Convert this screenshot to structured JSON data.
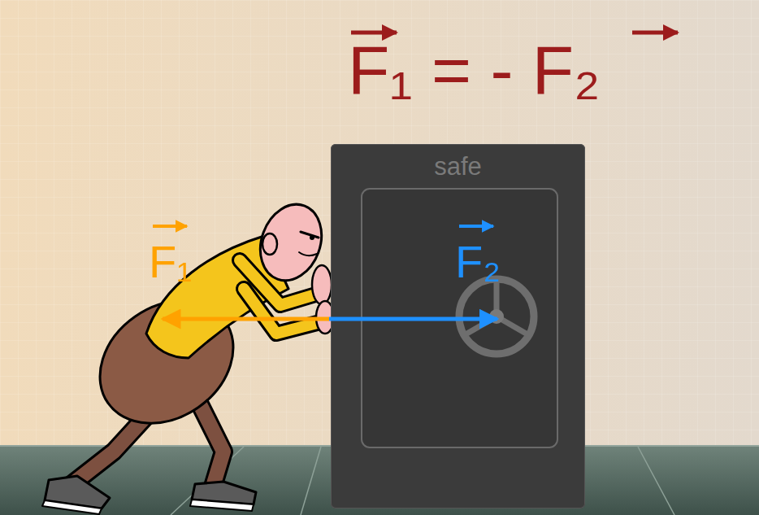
{
  "diagram": {
    "title": "F₁ = - F₂",
    "nodes": [
      {
        "text": [
          "safe"
        ]
      }
    ],
    "labels": [
      "F₁",
      "F₂"
    ]
  }
}
